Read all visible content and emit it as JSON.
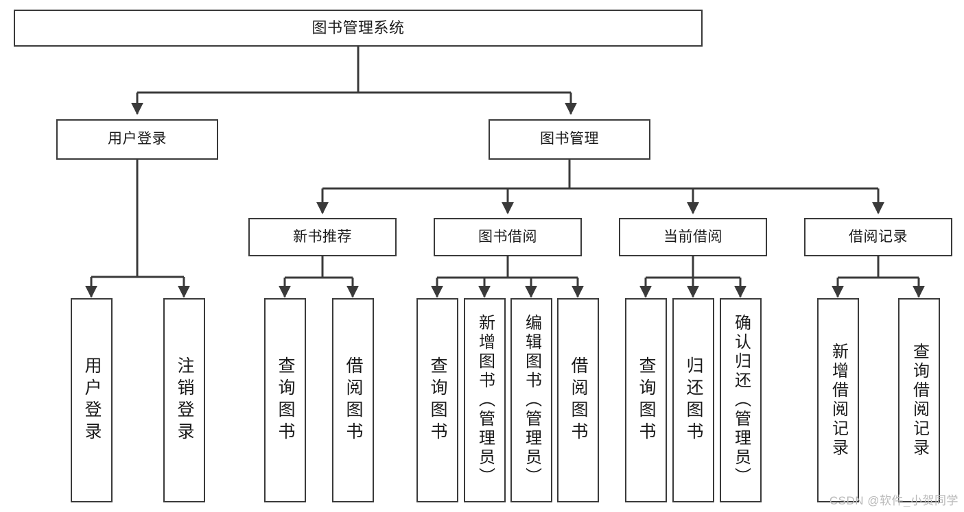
{
  "diagram": {
    "type": "tree-hierarchy",
    "title": "图书管理系统",
    "watermark": "CSDN @软件_小贺同学",
    "colors": {
      "box_border": "#3a3a3a",
      "box_fill": "#ffffff",
      "connector": "#3a3a3a",
      "text": "#1a1a1a",
      "watermark": "#b9b9b9"
    },
    "levels": {
      "root": {
        "label": "图书管理系统"
      },
      "level2": [
        {
          "label": "用户登录"
        },
        {
          "label": "图书管理"
        }
      ],
      "level3": [
        {
          "label": "新书推荐"
        },
        {
          "label": "图书借阅"
        },
        {
          "label": "当前借阅"
        },
        {
          "label": "借阅记录"
        }
      ]
    },
    "leaves": {
      "user_login": [
        {
          "label": "用户登录"
        },
        {
          "label": "注销登录"
        }
      ],
      "new_book_recommend": [
        {
          "label": "查询图书"
        },
        {
          "label": "借阅图书"
        }
      ],
      "book_borrow": [
        {
          "label": "查询图书"
        },
        {
          "label": "新增图书（管理员）"
        },
        {
          "label": "编辑图书（管理员）"
        },
        {
          "label": "借阅图书"
        }
      ],
      "current_borrow": [
        {
          "label": "查询图书"
        },
        {
          "label": "归还图书"
        },
        {
          "label": "确认归还（管理员）"
        }
      ],
      "borrow_record": [
        {
          "label": "新增借阅记录"
        },
        {
          "label": "查询借阅记录"
        }
      ]
    }
  }
}
